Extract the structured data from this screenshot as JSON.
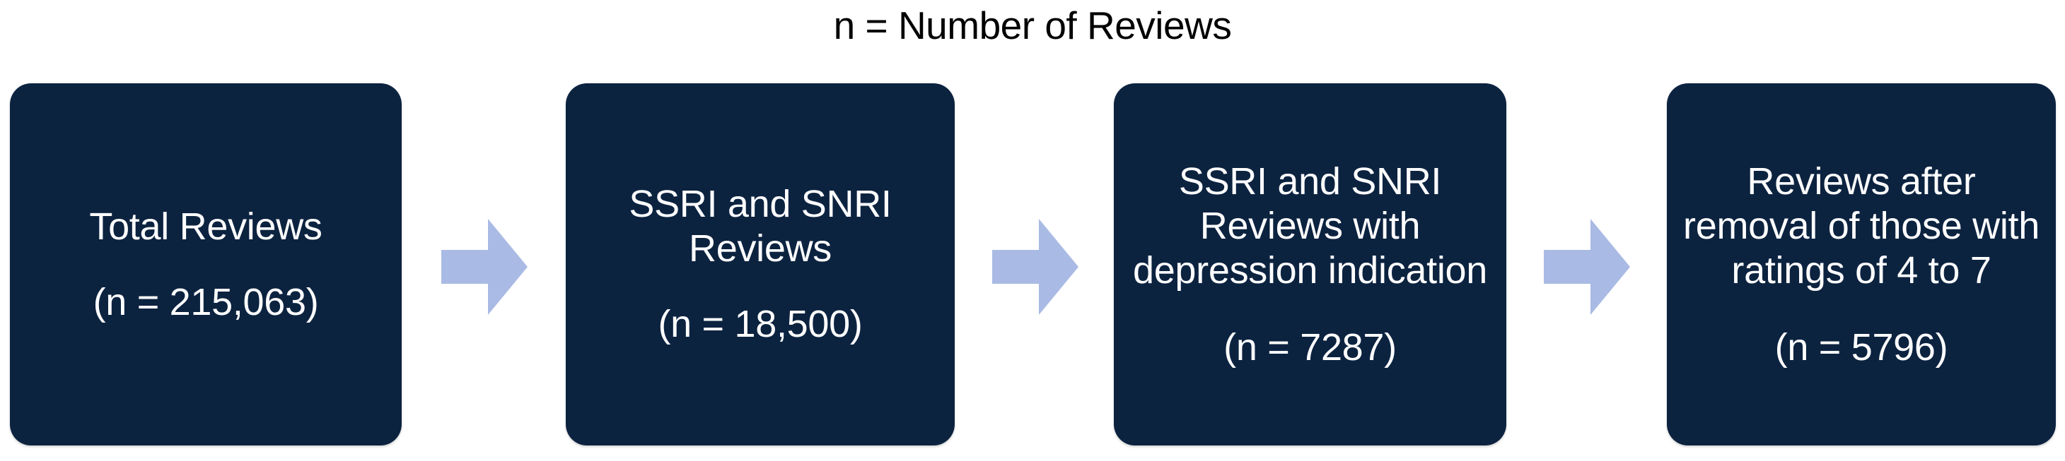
{
  "title": "n = Number of Reviews",
  "colors": {
    "box_fill": "#0c2340",
    "box_text": "#ffffff",
    "arrow_fill": "#a9baE4",
    "background": "#ffffff",
    "title_text": "#000000"
  },
  "flow": {
    "nodes": [
      {
        "label": "Total Reviews",
        "count": "(n = 215,063)",
        "n": 215063
      },
      {
        "label": "SSRI and SNRI Reviews",
        "count": "(n = 18,500)",
        "n": 18500
      },
      {
        "label": "SSRI and SNRI Reviews with depression indication",
        "count": "(n = 7287)",
        "n": 7287
      },
      {
        "label": "Reviews after removal of those with ratings of 4 to 7",
        "count": "(n = 5796)",
        "n": 5796
      }
    ],
    "connectors": [
      {
        "icon": "right-arrow-icon"
      },
      {
        "icon": "right-arrow-icon"
      },
      {
        "icon": "right-arrow-icon"
      }
    ]
  },
  "chart_data": {
    "type": "diagram",
    "title": "n = Number of Reviews",
    "categories": [
      "Total Reviews",
      "SSRI and SNRI Reviews",
      "SSRI and SNRI Reviews with depression indication",
      "Reviews after removal of those with ratings of 4 to 7"
    ],
    "values": [
      215063,
      18500,
      7287,
      5796
    ],
    "xlabel": "",
    "ylabel": "Number of Reviews",
    "flow_direction": "left-to-right"
  }
}
